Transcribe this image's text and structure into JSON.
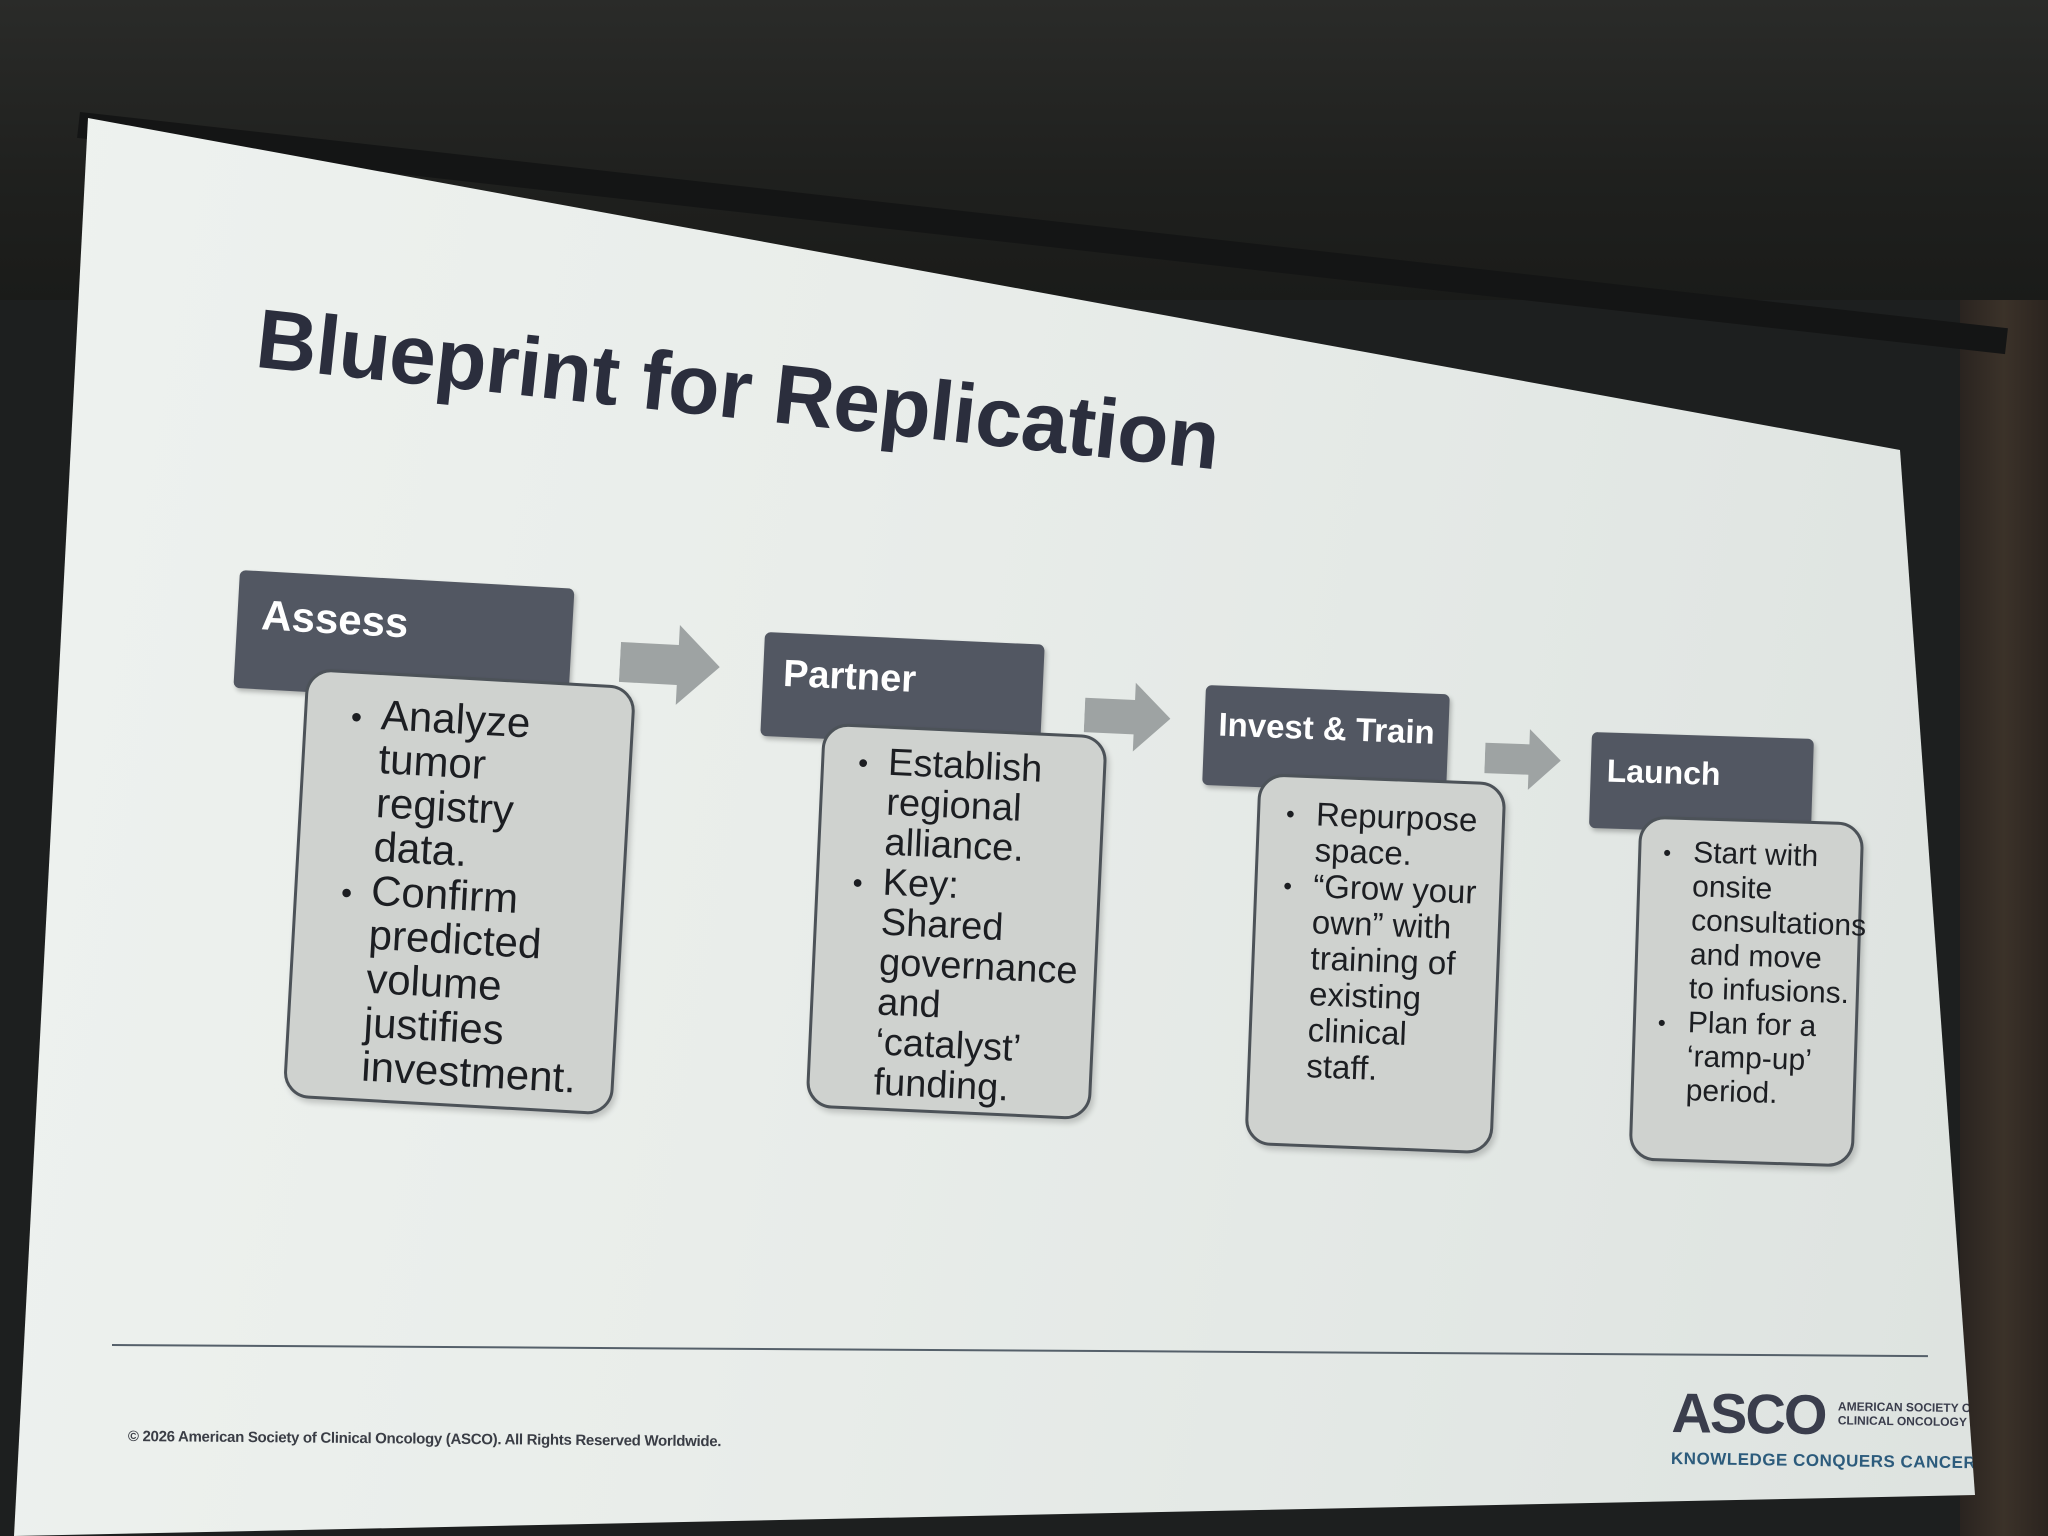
{
  "slide": {
    "title": "Blueprint for Replication",
    "steps": [
      {
        "label": "Assess",
        "bullets": [
          "Analyze tumor registry data.",
          "Confirm predicted volume justifies investment."
        ]
      },
      {
        "label": "Partner",
        "bullets": [
          "Establish regional alliance.",
          "Key: Shared governance and ‘catalyst’ funding."
        ]
      },
      {
        "label": "Invest & Train",
        "bullets": [
          "Repurpose space.",
          "“Grow your own” with training of existing clinical staff."
        ]
      },
      {
        "label": "Launch",
        "bullets": [
          "Start with onsite consultations and move to infusions.",
          "Plan for a ‘ramp-up’ period."
        ]
      }
    ],
    "footer": {
      "copyright": "© 2026 American Society of Clinical Oncology (ASCO). All Rights Reserved Worldwide.",
      "logo": "ASCO",
      "logo_sub_1": "AMERICAN SOCIETY OF",
      "logo_sub_2": "CLINICAL ONCOLOGY",
      "tagline": "KNOWLEDGE CONQUERS CANCER"
    },
    "colors": {
      "header": "#525762",
      "body": "#cfd2cf",
      "arrow": "#9ea3a3",
      "title": "#2b2e3d",
      "tagline": "#2c5b7c"
    }
  }
}
